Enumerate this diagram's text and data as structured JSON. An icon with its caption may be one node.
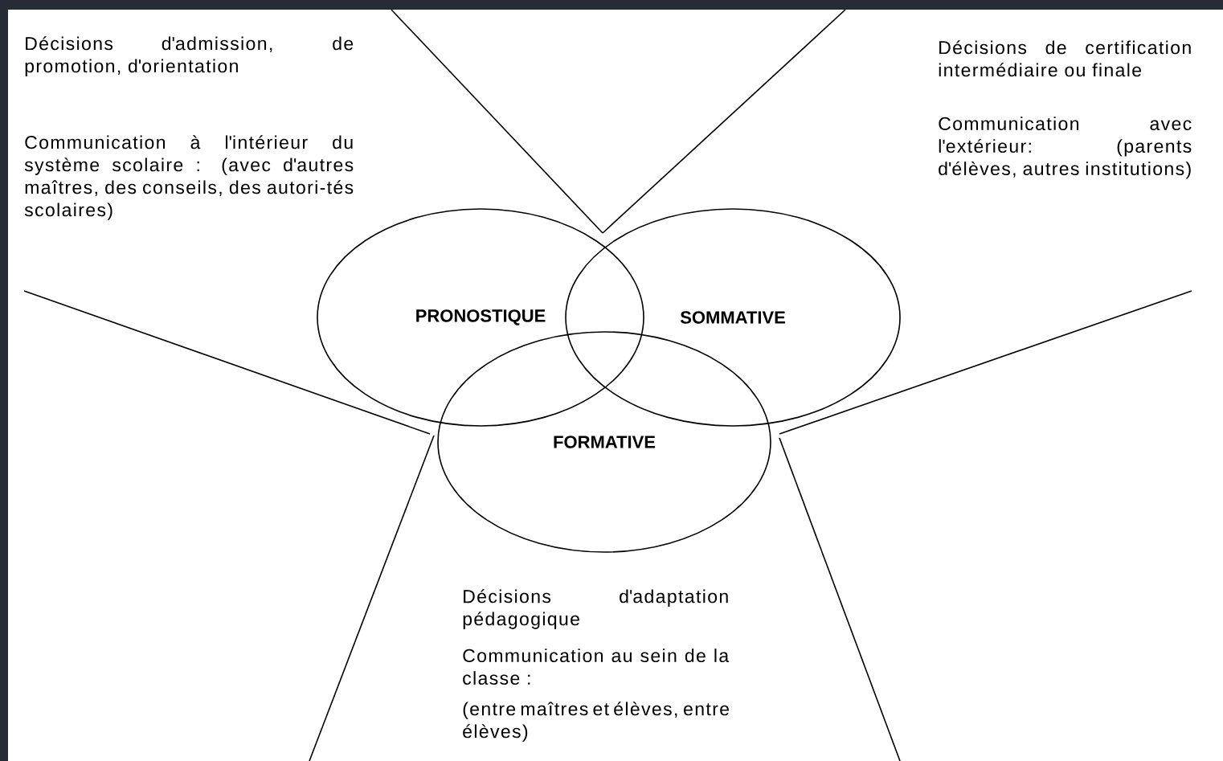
{
  "diagram": {
    "nodes": [
      {
        "text": [
          "PRONOSTIQUE"
        ]
      },
      {
        "text": [
          "SOMMATIVE"
        ]
      },
      {
        "text": [
          "FORMATIVE"
        ]
      }
    ],
    "labels": [
      "Décisions d'admission, de promotion, d'orientation",
      "Communication à l'intérieur du système scolaire : (avec d'autres maîtres, des conseils, des autori-tés scolaires)",
      "Décisions de certification intermédiaire ou finale",
      "Communication avec l'extérieur: (parents d'élèves, autres institutions)",
      "Décisions d'adaptation pédagogique",
      "Communication au sein de la classe :",
      "(entre maîtres et élèves, entre élèves)"
    ]
  }
}
